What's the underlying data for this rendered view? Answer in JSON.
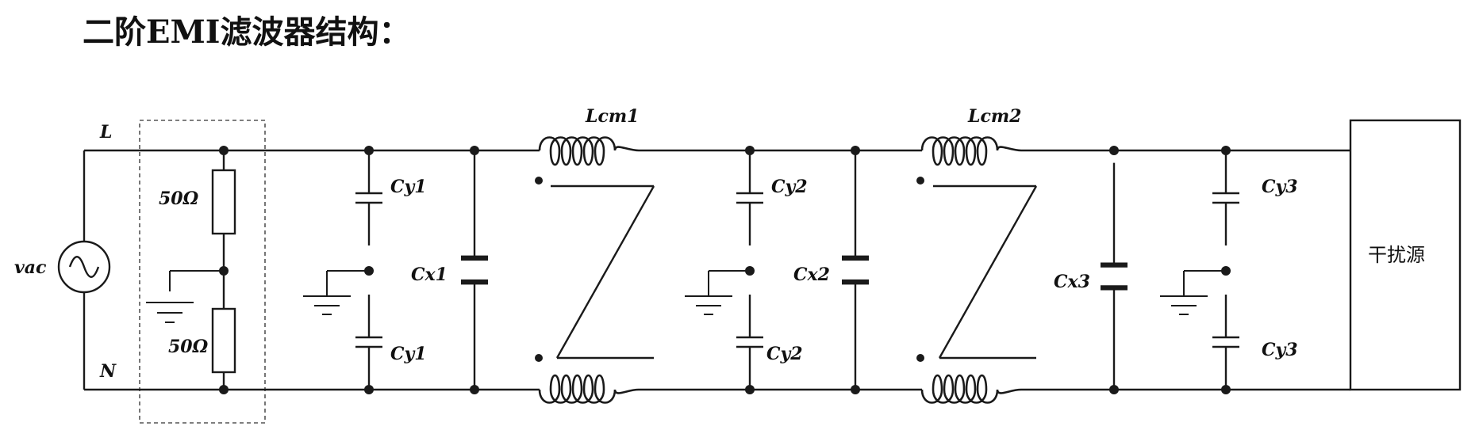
{
  "title": "二阶EMI滤波器结构：",
  "labels": {
    "line_l": "L",
    "line_n": "N",
    "vac": "vac",
    "r_top": "50Ω",
    "r_bottom": "50Ω",
    "cy1_top": "Cy1",
    "cy1_bottom": "Cy1",
    "cx1": "Cx1",
    "lcm1": "Lcm1",
    "cy2_top": "Cy2",
    "cy2_bottom": "Cy2",
    "cx2": "Cx2",
    "lcm2": "Lcm2",
    "cx3": "Cx3",
    "cy3_top": "Cy3",
    "cy3_bottom": "Cy3",
    "source": "干扰源"
  }
}
